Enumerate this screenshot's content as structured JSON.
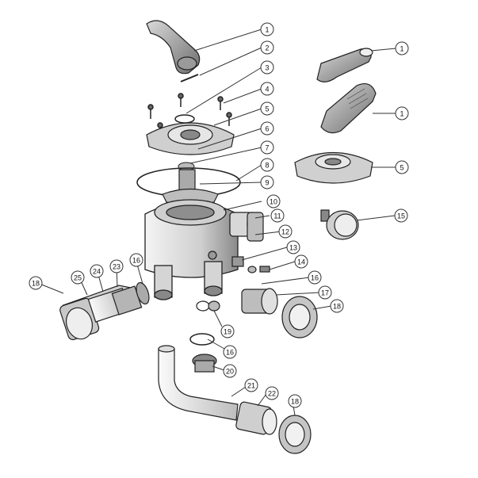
{
  "callouts": [
    {
      "id": "c1a",
      "label": "1"
    },
    {
      "id": "c2",
      "label": "2"
    },
    {
      "id": "c3",
      "label": "3"
    },
    {
      "id": "c4",
      "label": "4"
    },
    {
      "id": "c5a",
      "label": "5"
    },
    {
      "id": "c6",
      "label": "6"
    },
    {
      "id": "c7",
      "label": "7"
    },
    {
      "id": "c8",
      "label": "8"
    },
    {
      "id": "c9",
      "label": "9"
    },
    {
      "id": "c10",
      "label": "10"
    },
    {
      "id": "c11",
      "label": "11"
    },
    {
      "id": "c12",
      "label": "12"
    },
    {
      "id": "c13",
      "label": "13"
    },
    {
      "id": "c14",
      "label": "14"
    },
    {
      "id": "c16a",
      "label": "16"
    },
    {
      "id": "c17",
      "label": "17"
    },
    {
      "id": "c18a",
      "label": "18"
    },
    {
      "id": "c19",
      "label": "19"
    },
    {
      "id": "c16b",
      "label": "16"
    },
    {
      "id": "c20",
      "label": "20"
    },
    {
      "id": "c21",
      "label": "21"
    },
    {
      "id": "c22",
      "label": "22"
    },
    {
      "id": "c18b",
      "label": "18"
    },
    {
      "id": "c1b",
      "label": "1"
    },
    {
      "id": "c1c",
      "label": "1"
    },
    {
      "id": "c5b",
      "label": "5"
    },
    {
      "id": "c15",
      "label": "15"
    },
    {
      "id": "c18c",
      "label": "18"
    },
    {
      "id": "c25",
      "label": "25"
    },
    {
      "id": "c24",
      "label": "24"
    },
    {
      "id": "c23",
      "label": "23"
    },
    {
      "id": "c16c",
      "label": "16"
    }
  ]
}
